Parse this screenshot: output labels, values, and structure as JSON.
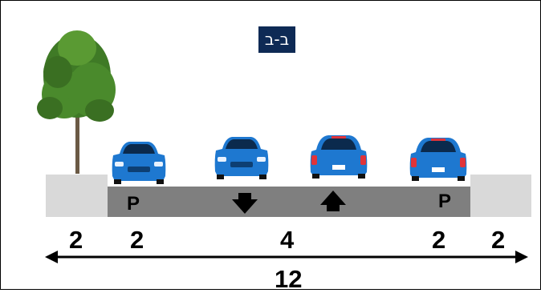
{
  "section_label": "ב-ב",
  "parking_labels": [
    "P",
    "P"
  ],
  "widths": [
    "2",
    "2",
    "4",
    "2",
    "2"
  ],
  "total_width": "12",
  "colors": {
    "sidewalk": "#d9d9d9",
    "roadway": "#7f7f7f",
    "label_bg": "#0e2a55",
    "car_body": "#1e78d0",
    "tree_foliage": "#3f7a26"
  },
  "icons": [
    "tree-icon",
    "car-front-icon",
    "car-rear-icon",
    "arrow-down-icon",
    "arrow-up-icon"
  ]
}
